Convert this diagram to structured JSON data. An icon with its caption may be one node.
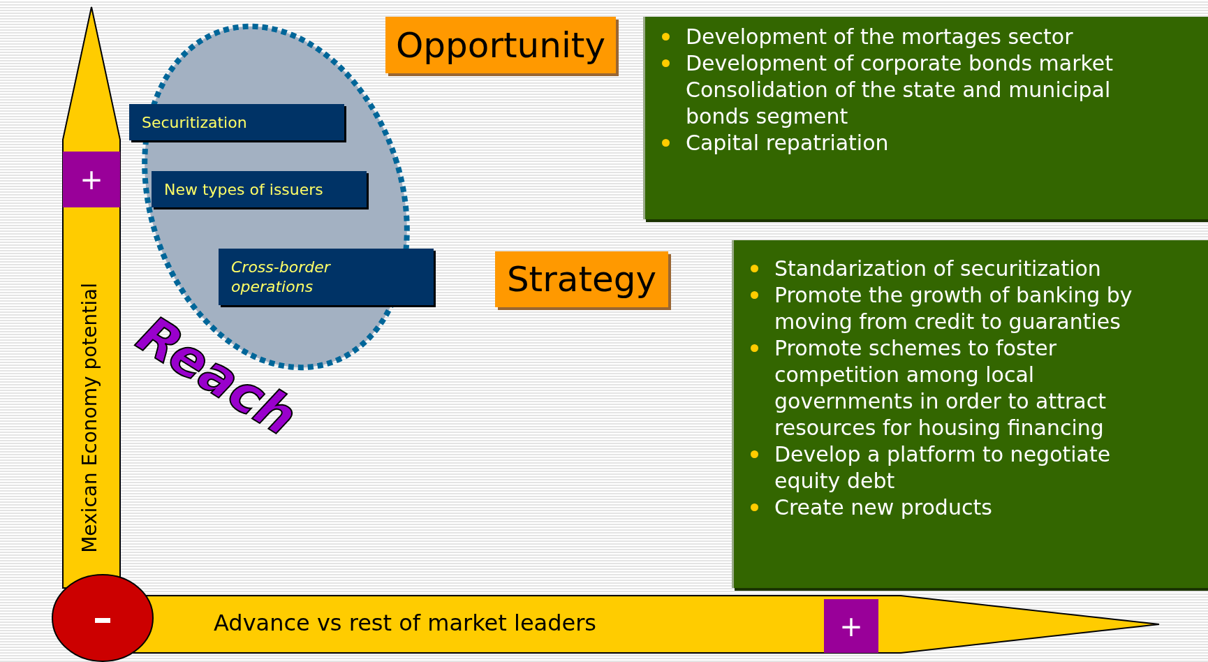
{
  "diagram": {
    "nodes": [
      {
        "text": [
          "Mexican Economy potential"
        ]
      },
      {
        "text": [
          "+"
        ],
        "in": 0
      },
      {
        "text": [
          "Reach"
        ]
      },
      {
        "text": [
          "Securitization"
        ],
        "in": 2
      },
      {
        "text": [
          "New types of issuers"
        ],
        "in": 2
      },
      {
        "text": [
          "Cross-border operations"
        ],
        "in": 2
      },
      {
        "text": [
          "Opportunity"
        ]
      },
      {
        "text": [
          "Development of the mortages sector",
          "Development of corporate bonds market Consolidation of the state and municipal bonds segment",
          "Capital repatriation"
        ]
      },
      {
        "text": [
          "Strategy"
        ]
      },
      {
        "text": [
          "Standarization of securitization",
          "Promote the growth of banking by moving from credit to guaranties",
          "Promote schemes to foster competition among local governments in order to attract resources for housing financing",
          "Develop a platform to negotiate equity debt",
          "Create new products"
        ]
      },
      {
        "text": [
          "Advance vs rest of market leaders"
        ]
      },
      {
        "text": [
          "+"
        ],
        "in": 10
      },
      {
        "text": [
          "–"
        ]
      }
    ],
    "edges": []
  }
}
